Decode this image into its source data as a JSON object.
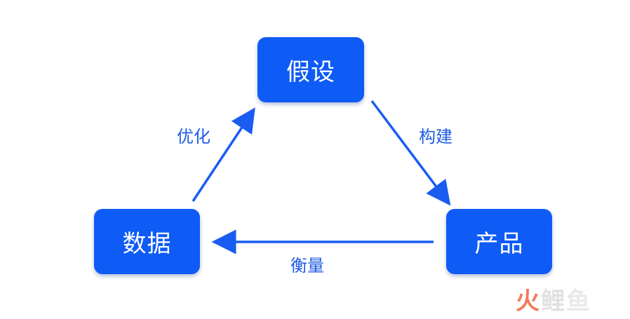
{
  "diagram": {
    "nodes": {
      "hypothesis": "假设",
      "data": "数据",
      "product": "产品"
    },
    "edges": {
      "optimize": "优化",
      "build": "构建",
      "measure": "衡量"
    }
  },
  "watermark": {
    "chars": [
      "火",
      "鲤",
      "鱼"
    ]
  },
  "colors": {
    "node_fill": "#0f5bf5",
    "arrow": "#1a5cf2",
    "label_text": "#1e5be6",
    "watermark_accent": "#f2643c"
  }
}
